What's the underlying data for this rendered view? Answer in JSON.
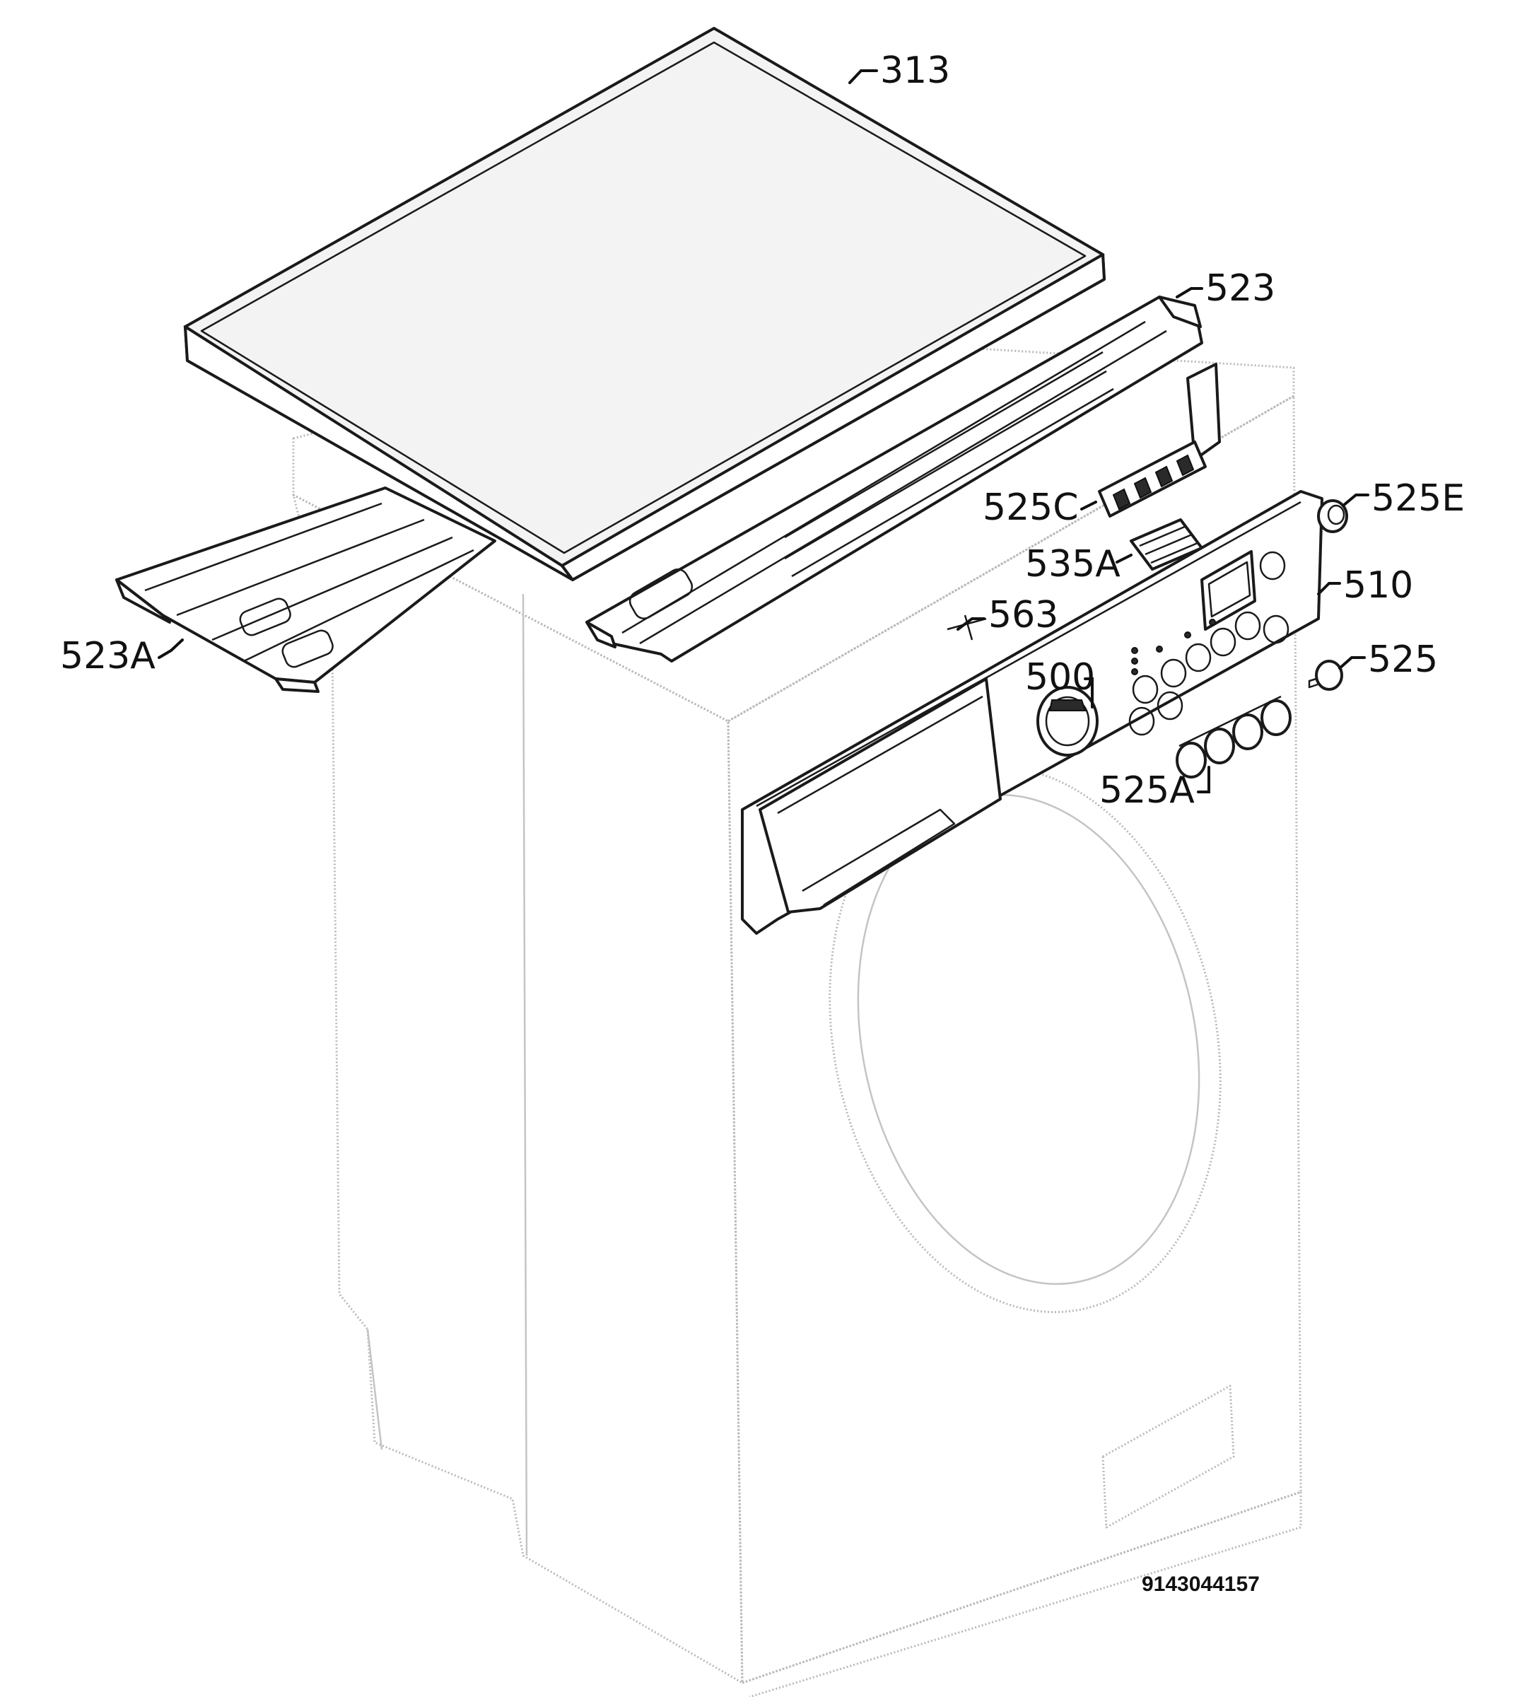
{
  "callouts": {
    "p313": "313",
    "p523": "523",
    "p525E": "525E",
    "p525C": "525C",
    "p535A": "535A",
    "p510": "510",
    "p563": "563",
    "p523A": "523A",
    "p500": "500",
    "p525": "525",
    "p525A": "525A"
  },
  "drawing_number": "9143044157"
}
